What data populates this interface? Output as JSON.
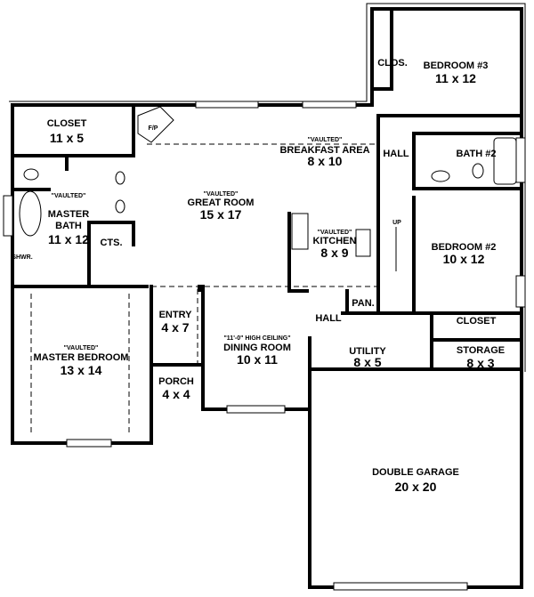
{
  "rooms": {
    "closet_master": {
      "name": "CLOSET",
      "size": "11 x 5"
    },
    "fireplace": {
      "name": "F/P"
    },
    "master_bath": {
      "note": "\"VAULTED\"",
      "name1": "MASTER",
      "name2": "BATH",
      "size": "11 x 12"
    },
    "cts": {
      "name": "CTS."
    },
    "shower": {
      "name": "SHWR."
    },
    "great_room": {
      "note": "\"VAULTED\"",
      "name": "GREAT ROOM",
      "size": "15 x 17"
    },
    "breakfast": {
      "note": "\"VAULTED\"",
      "name": "BREAKFAST AREA",
      "size": "8 x 10"
    },
    "hall_upper": {
      "name": "HALL"
    },
    "bath2": {
      "name": "BATH #2"
    },
    "clos": {
      "name": "CLOS."
    },
    "bedroom3": {
      "name": "BEDROOM #3",
      "size": "11 x 12"
    },
    "stairs": {
      "name": "UP"
    },
    "kitchen": {
      "note": "\"VAULTED\"",
      "name": "KITCHEN",
      "size": "8 x 9"
    },
    "bedroom2": {
      "name": "BEDROOM #2",
      "size": "10 x 12"
    },
    "pantry": {
      "name": "PAN."
    },
    "hall_lower": {
      "name": "HALL"
    },
    "closet_bed2": {
      "name": "CLOSET"
    },
    "entry": {
      "name": "ENTRY",
      "size": "4 x 7"
    },
    "dining": {
      "note": "\"11'-0\" HIGH CEILING\"",
      "name": "DINING ROOM",
      "size": "10 x 11"
    },
    "utility": {
      "name": "UTILITY",
      "size": "8 x 5"
    },
    "storage": {
      "name": "STORAGE",
      "size": "8 x 3"
    },
    "master_bedroom": {
      "note": "\"VAULTED\"",
      "name": "MASTER BEDROOM",
      "size": "13 x 14"
    },
    "porch": {
      "name": "PORCH",
      "size": "4 x 4"
    },
    "garage": {
      "name": "DOUBLE GARAGE",
      "size": "20 x 20"
    }
  }
}
